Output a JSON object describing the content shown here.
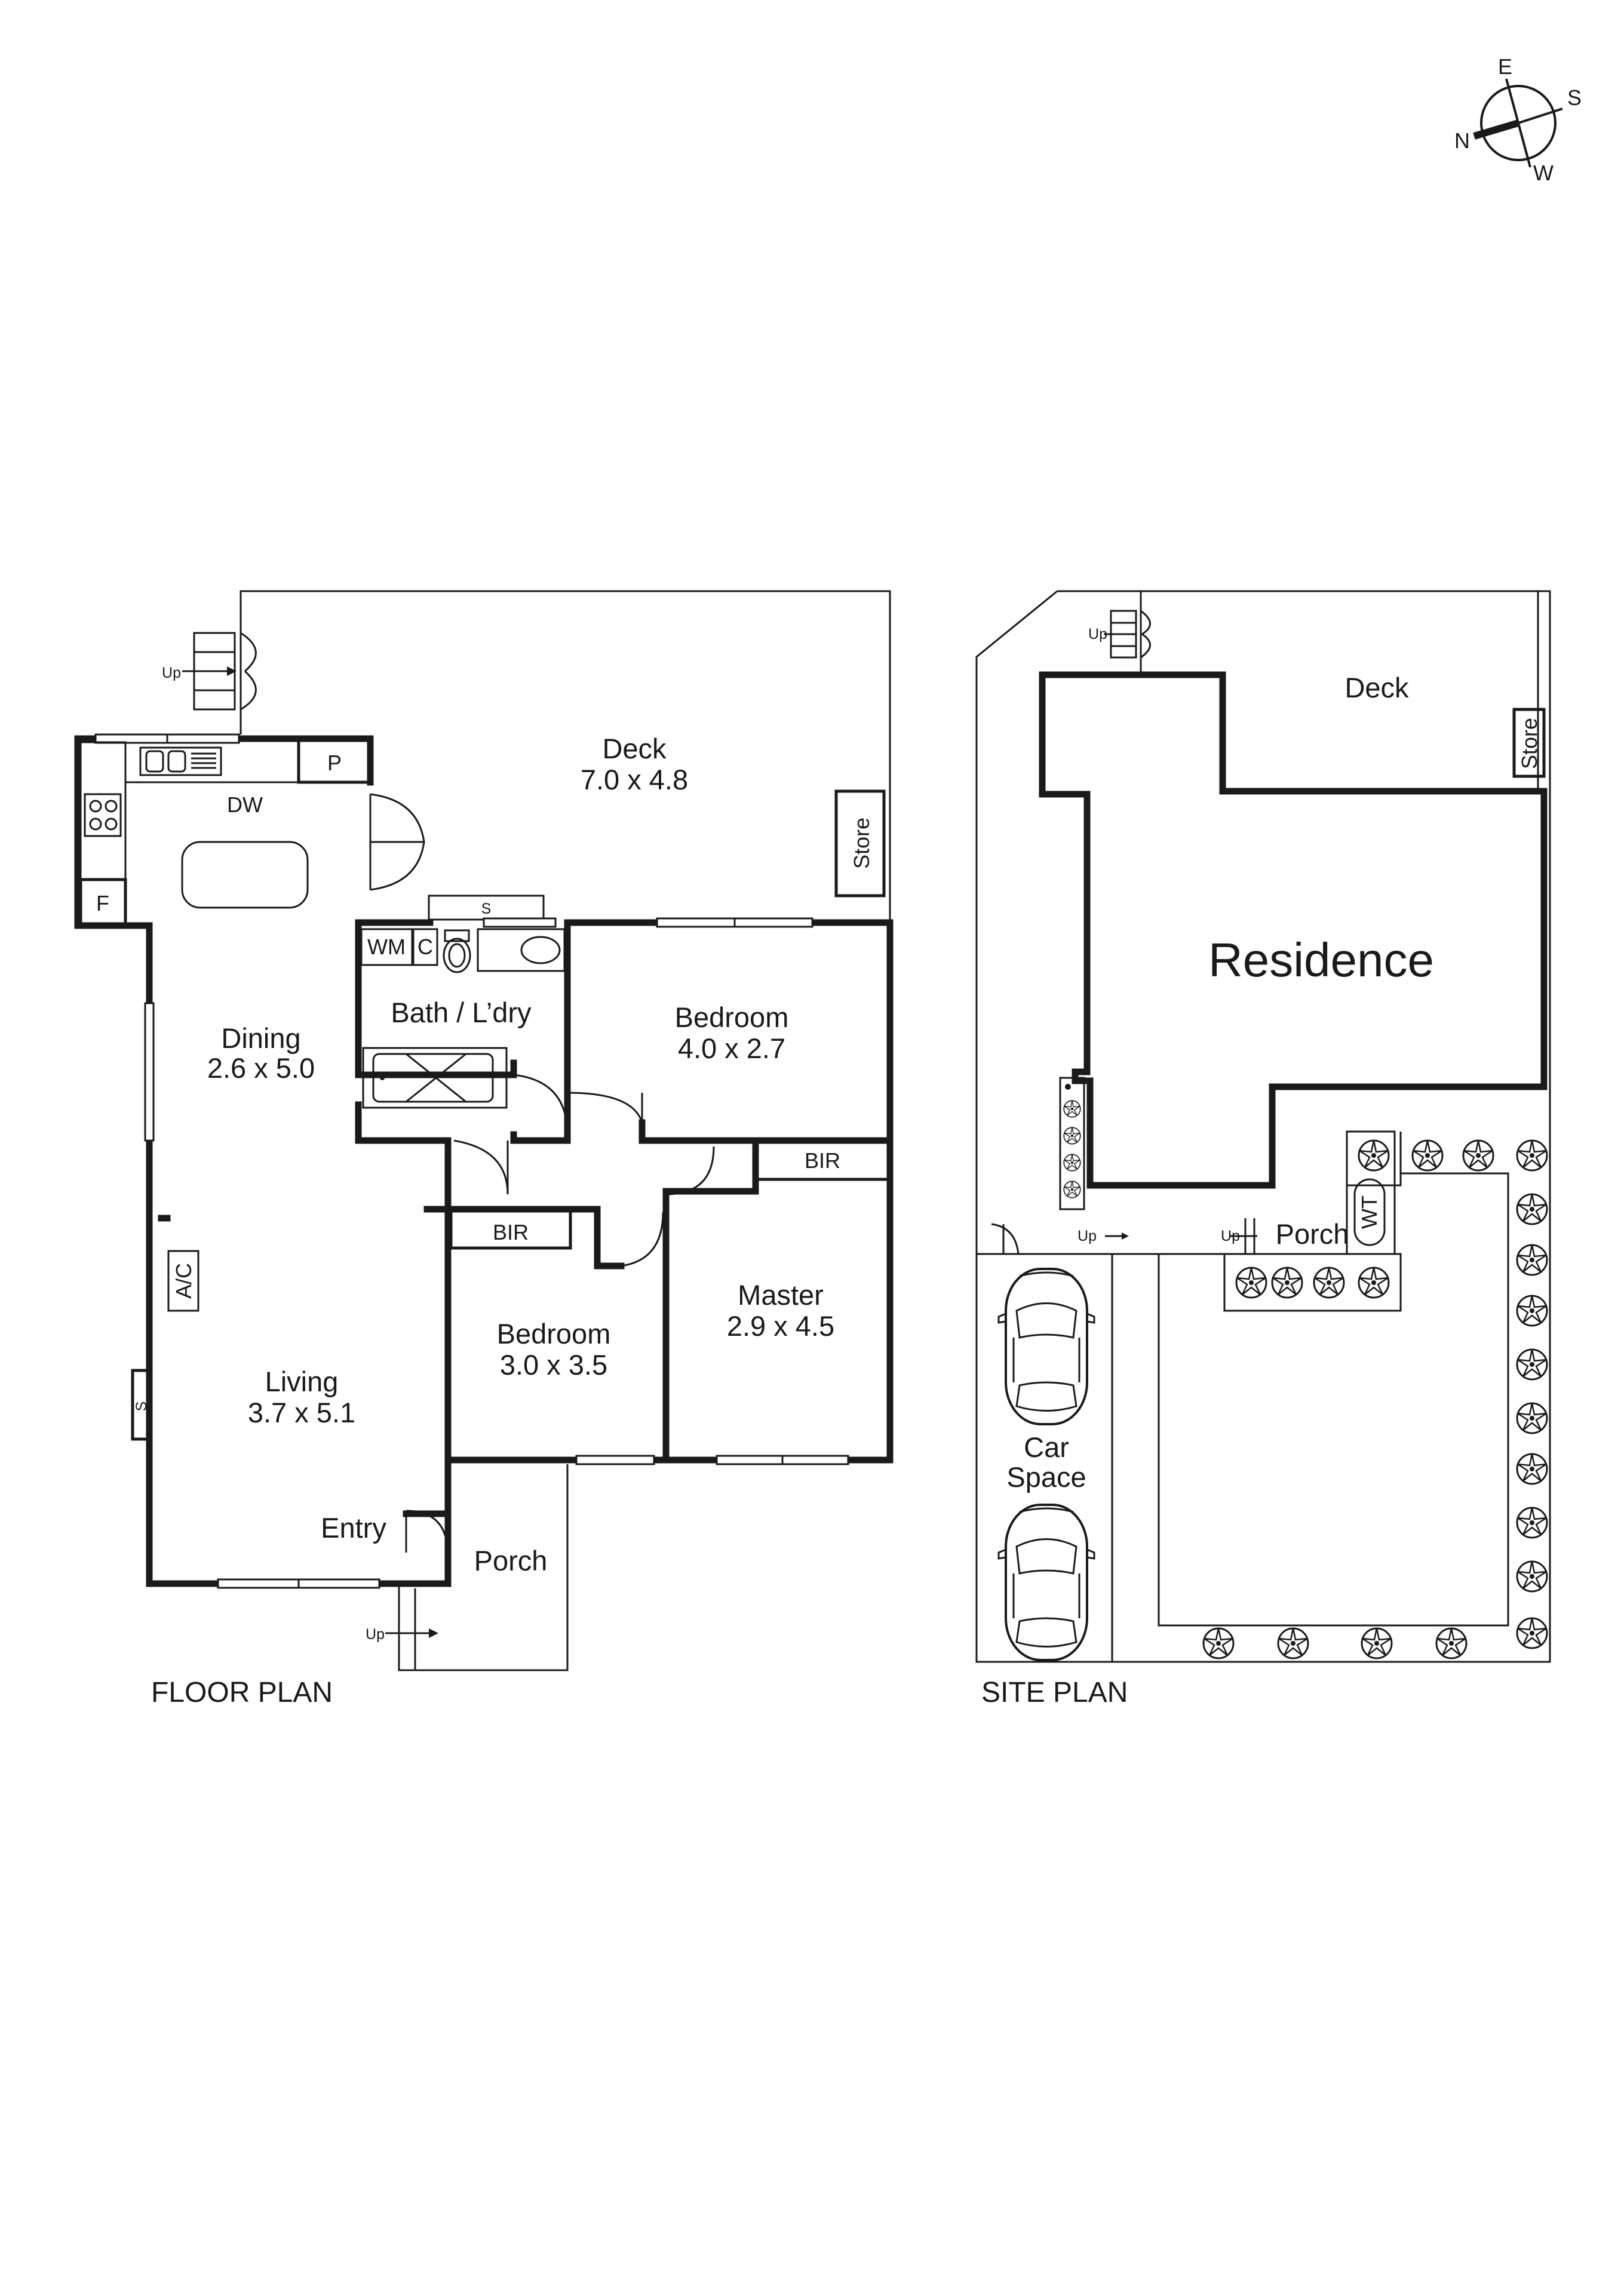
{
  "compass": {
    "n": "N",
    "e": "E",
    "s": "S",
    "w": "W"
  },
  "floor_plan": {
    "title": "FLOOR PLAN",
    "rooms": {
      "deck": {
        "name": "Deck",
        "dims": "7.0 x 4.8"
      },
      "dining": {
        "name": "Dining",
        "dims": "2.6 x 5.0"
      },
      "bath": {
        "name": "Bath / L’dry"
      },
      "bedroom1": {
        "name": "Bedroom",
        "dims": "4.0 x 2.7"
      },
      "bedroom2": {
        "name": "Bedroom",
        "dims": "3.0 x 3.5"
      },
      "master": {
        "name": "Master",
        "dims": "2.9 x 4.5"
      },
      "living": {
        "name": "Living",
        "dims": "3.7 x 5.1"
      },
      "entry": {
        "name": "Entry"
      },
      "porch": {
        "name": "Porch"
      }
    },
    "labels": {
      "dw": "DW",
      "p": "P",
      "f": "F",
      "wm": "WM",
      "c": "C",
      "s": "S",
      "store": "Store",
      "bir1": "BIR",
      "bir2": "BIR",
      "ac": "A/C",
      "s_side": "S",
      "up_deck": "Up",
      "up_porch": "Up"
    }
  },
  "site_plan": {
    "title": "SITE PLAN",
    "labels": {
      "deck": "Deck",
      "store": "Store",
      "residence": "Residence",
      "porch": "Porch",
      "wt": "WT",
      "car_line1": "Car",
      "car_line2": "Space",
      "up1": "Up",
      "up2": "Up",
      "up3": "Up"
    }
  }
}
